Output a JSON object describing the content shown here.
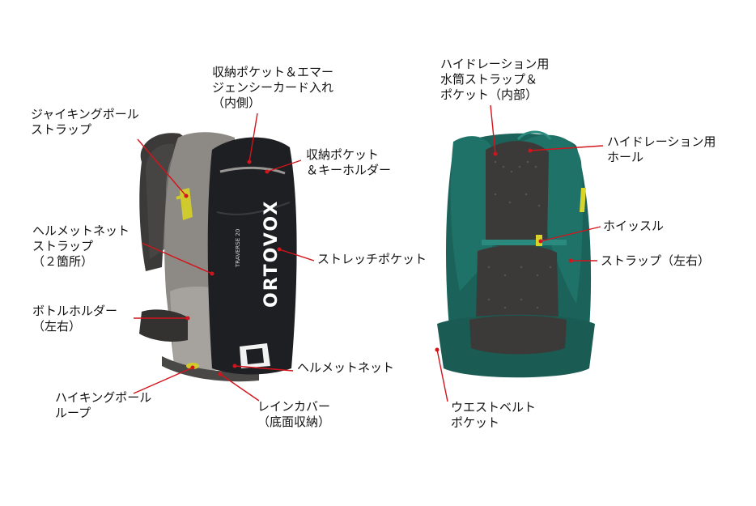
{
  "labels": {
    "storage_pocket_card": [
      "収納ポケット＆エマー",
      "ジェンシーカード入れ",
      "（内側）"
    ],
    "trekking_pole_strap": [
      "ジャイキングポール",
      "ストラップ"
    ],
    "storage_pocket_key": [
      "収納ポケット",
      "＆キーホルダー"
    ],
    "helmet_net_strap": [
      "ヘルメットネット",
      "ストラップ",
      "（２箇所）"
    ],
    "stretch_pocket": [
      "ストレッチポケット"
    ],
    "bottle_holder": [
      "ボトルホルダー",
      "（左右）"
    ],
    "helmet_net": [
      "ヘルメットネット"
    ],
    "hiking_pole_loop": [
      "ハイキングポール",
      "ループ"
    ],
    "rain_cover": [
      "レインカバー",
      "（底面収納）"
    ],
    "hydration_strap_pocket": [
      "ハイドレーション用",
      "水筒ストラップ＆",
      "ポケット（内部）"
    ],
    "hydration_hole": [
      "ハイドレーション用",
      "ホール"
    ],
    "whistle": [
      "ホイッスル"
    ],
    "strap_lr": [
      "ストラップ（左右）"
    ],
    "waist_belt_pocket": [
      "ウエストベルト",
      "ポケット"
    ]
  },
  "pack_branding": {
    "brand": "ORTOVOX",
    "model": "TRAVERSE 20"
  },
  "colors": {
    "leader": "#d4141c",
    "front_body": "#1e1f22",
    "front_side": "#8b8782",
    "back_teal": "#1c6b62",
    "mesh": "#3a3836",
    "accent_yellow": "#d8d42a"
  }
}
